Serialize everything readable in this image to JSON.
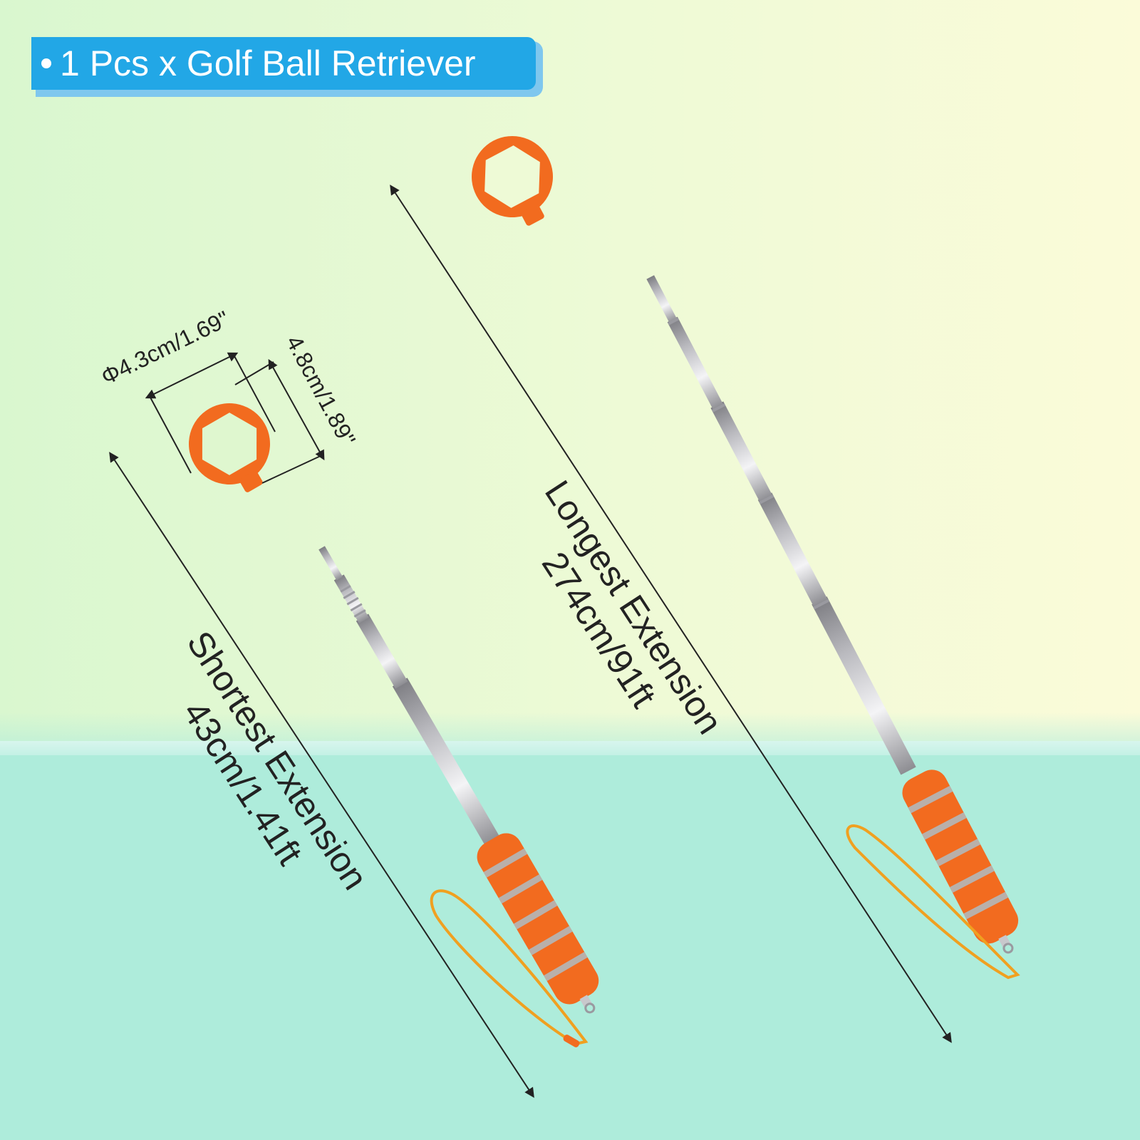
{
  "banner": {
    "text": "1 Pcs x Golf Ball Retriever",
    "color": "#22a7e6"
  },
  "dimensions": {
    "ring_diameter": "Φ4.3cm/1.69\"",
    "head_length": "4.8cm/1.89\"",
    "shortest_title": "Shortest Extension",
    "shortest_value": "43cm/1.41ft",
    "longest_title": "Longest Extension",
    "longest_value": "274cm/91ft"
  },
  "colors": {
    "handle": "#f26b1f",
    "ring": "#f26b1f",
    "shaft": "#c9c9cc",
    "background_top": "#eefad6",
    "background_bottom": "#aeecdb"
  }
}
